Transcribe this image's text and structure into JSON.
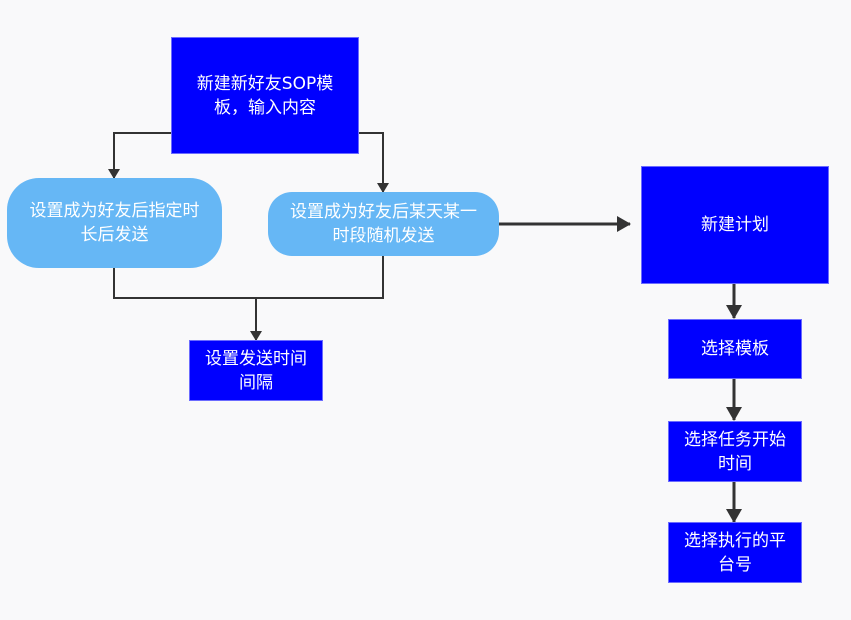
{
  "diagram": {
    "colors": {
      "rect_fill": "#0000ff",
      "pill_fill": "#66b7f5",
      "edge": "#333333",
      "text": "#ffffff",
      "background": "#f9f9fa"
    },
    "nodes": {
      "create_template": {
        "text": "新建新好友SOP模板，输入内容",
        "shape": "rectangle"
      },
      "send_after_duration": {
        "text": "设置成为好友后指定时长后发送",
        "shape": "rounded"
      },
      "send_random_period": {
        "text": "设置成为好友后某天某一时段随机发送",
        "shape": "rounded"
      },
      "set_interval": {
        "text": "设置发送时间间隔",
        "shape": "rectangle"
      },
      "create_plan": {
        "text": "新建计划",
        "shape": "rectangle"
      },
      "select_template": {
        "text": "选择模板",
        "shape": "rectangle"
      },
      "select_start_time": {
        "text": "选择任务开始时间",
        "shape": "rectangle"
      },
      "select_platform": {
        "text": "选择执行的平台号",
        "shape": "rectangle"
      }
    },
    "edges": [
      {
        "from": "create_template",
        "to": "send_after_duration"
      },
      {
        "from": "create_template",
        "to": "send_random_period"
      },
      {
        "from": "send_after_duration",
        "to": "set_interval"
      },
      {
        "from": "send_random_period",
        "to": "set_interval"
      },
      {
        "from": "send_random_period",
        "to": "create_plan"
      },
      {
        "from": "create_plan",
        "to": "select_template"
      },
      {
        "from": "select_template",
        "to": "select_start_time"
      },
      {
        "from": "select_start_time",
        "to": "select_platform"
      }
    ]
  }
}
